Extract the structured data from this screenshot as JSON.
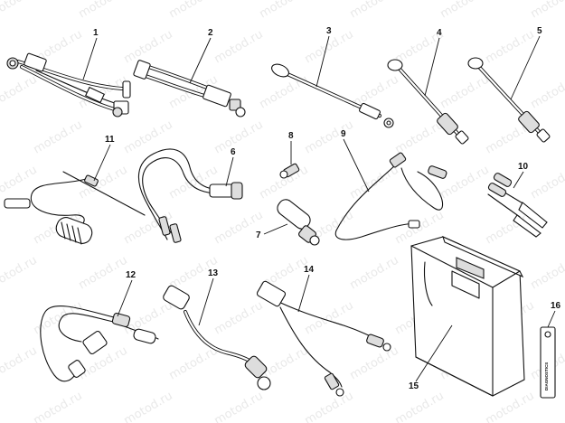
{
  "watermark": "motod.ru",
  "callouts": [
    "1",
    "2",
    "3",
    "4",
    "5",
    "6",
    "7",
    "8",
    "9",
    "10",
    "11",
    "12",
    "13",
    "14",
    "15",
    "16"
  ],
  "tag_text": "DIAGNOSTICS",
  "colors": {
    "line": "#111111",
    "watermark": "#e9e9e9",
    "background": "#ffffff"
  }
}
